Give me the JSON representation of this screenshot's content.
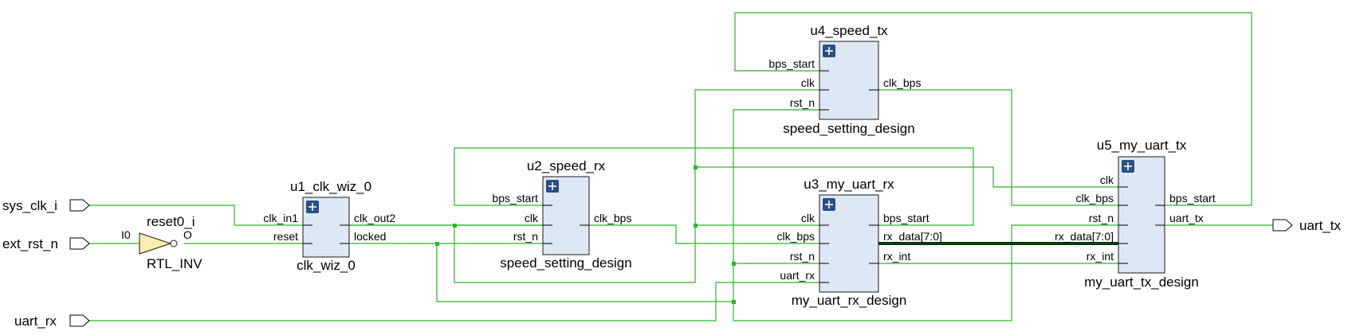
{
  "ports": {
    "sys_clk_i": "sys_clk_i",
    "ext_rst_n": "ext_rst_n",
    "uart_rx": "uart_rx",
    "uart_tx": "uart_tx"
  },
  "inverter": {
    "instance": "reset0_i",
    "type": "RTL_INV",
    "pin_in": "I0",
    "pin_out": "O"
  },
  "blocks": {
    "u1": {
      "instance": "u1_clk_wiz_0",
      "module": "clk_wiz_0",
      "inputs": [
        "clk_in1",
        "reset"
      ],
      "outputs": [
        "clk_out2",
        "locked"
      ]
    },
    "u2": {
      "instance": "u2_speed_rx",
      "module": "speed_setting_design",
      "inputs": [
        "bps_start",
        "clk",
        "rst_n"
      ],
      "outputs": [
        "clk_bps"
      ]
    },
    "u3": {
      "instance": "u3_my_uart_rx",
      "module": "my_uart_rx_design",
      "inputs": [
        "clk",
        "clk_bps",
        "rst_n",
        "uart_rx"
      ],
      "outputs": [
        "bps_start",
        "rx_data[7:0]",
        "rx_int"
      ]
    },
    "u4": {
      "instance": "u4_speed_tx",
      "module": "speed_setting_design",
      "inputs": [
        "bps_start",
        "clk",
        "rst_n"
      ],
      "outputs": [
        "clk_bps"
      ]
    },
    "u5": {
      "instance": "u5_my_uart_tx",
      "module": "my_uart_tx_design",
      "inputs": [
        "clk",
        "clk_bps",
        "rst_n",
        "rx_data[7:0]",
        "rx_int"
      ],
      "outputs": [
        "bps_start",
        "uart_tx"
      ]
    }
  },
  "colors": {
    "wire": "#2bb52b",
    "bus": "#0a3a0a",
    "block_fill": "#dde8f5",
    "expand_button": "#2c4e86"
  },
  "icons": {
    "expand": "plus-icon",
    "input_port": "input-port-icon",
    "output_port": "output-port-icon",
    "inverter": "inverter-icon"
  }
}
